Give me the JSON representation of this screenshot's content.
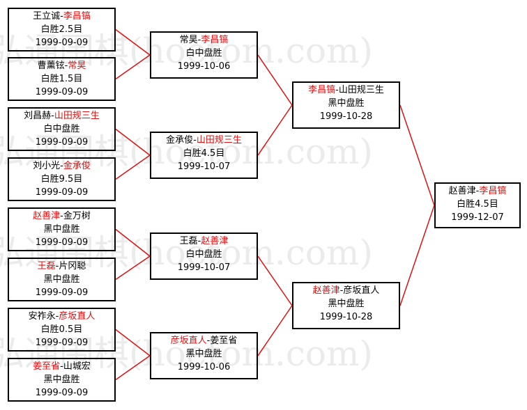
{
  "watermark": "弘通围棋(hoetom.com)",
  "matches": [
    {
      "id": "r1m1",
      "p1": "王立诚",
      "p2": "李昌镐",
      "winner": 2,
      "result": "白胜2.5目",
      "date": "1999-09-09"
    },
    {
      "id": "r1m2",
      "p1": "曹薰铉",
      "p2": "常昊",
      "winner": 2,
      "result": "白胜1.5目",
      "date": "1999-09-09"
    },
    {
      "id": "r1m3",
      "p1": "刘昌赫",
      "p2": "山田规三生",
      "winner": 2,
      "result": "白中盘胜",
      "date": "1999-09-09"
    },
    {
      "id": "r1m4",
      "p1": "刘小光",
      "p2": "金承俊",
      "winner": 2,
      "result": "白胜9.5目",
      "date": "1999-09-09"
    },
    {
      "id": "r1m5",
      "p1": "赵善津",
      "p2": "金万树",
      "winner": 1,
      "result": "黑中盘胜",
      "date": "1999-09-09"
    },
    {
      "id": "r1m6",
      "p1": "王磊",
      "p2": "片冈聪",
      "winner": 1,
      "result": "黑中盘胜",
      "date": "1999-09-09"
    },
    {
      "id": "r1m7",
      "p1": "安祚永",
      "p2": "彦坂直人",
      "winner": 2,
      "result": "白胜0.5目",
      "date": "1999-09-09"
    },
    {
      "id": "r1m8",
      "p1": "姜至省",
      "p2": "山城宏",
      "winner": 1,
      "result": "黑中盘胜",
      "date": "1999-09-09"
    },
    {
      "id": "r2m1",
      "p1": "常昊",
      "p2": "李昌镐",
      "winner": 2,
      "result": "白中盘胜",
      "date": "1999-10-06"
    },
    {
      "id": "r2m2",
      "p1": "金承俊",
      "p2": "山田规三生",
      "winner": 2,
      "result": "白胜4.5目",
      "date": "1999-10-07"
    },
    {
      "id": "r2m3",
      "p1": "王磊",
      "p2": "赵善津",
      "winner": 2,
      "result": "白中盘胜",
      "date": "1999-10-07"
    },
    {
      "id": "r2m4",
      "p1": "彦坂直人",
      "p2": "姜至省",
      "winner": 1,
      "result": "黑中盘胜",
      "date": "1999-10-06"
    },
    {
      "id": "r3m1",
      "p1": "李昌镐",
      "p2": "山田规三生",
      "winner": 1,
      "result": "黑中盘胜",
      "date": "1999-10-28"
    },
    {
      "id": "r3m2",
      "p1": "赵善津",
      "p2": "彦坂直人",
      "winner": 1,
      "result": "黑中盘胜",
      "date": "1999-10-28"
    },
    {
      "id": "final",
      "p1": "赵善津",
      "p2": "李昌镐",
      "winner": 2,
      "result": "白胜4.5目",
      "date": "1999-12-07"
    }
  ],
  "colors": {
    "winner": "#e01010",
    "loser": "#000000",
    "connector": "#e01010",
    "border": "#000000",
    "watermark": "#ebebeb"
  }
}
